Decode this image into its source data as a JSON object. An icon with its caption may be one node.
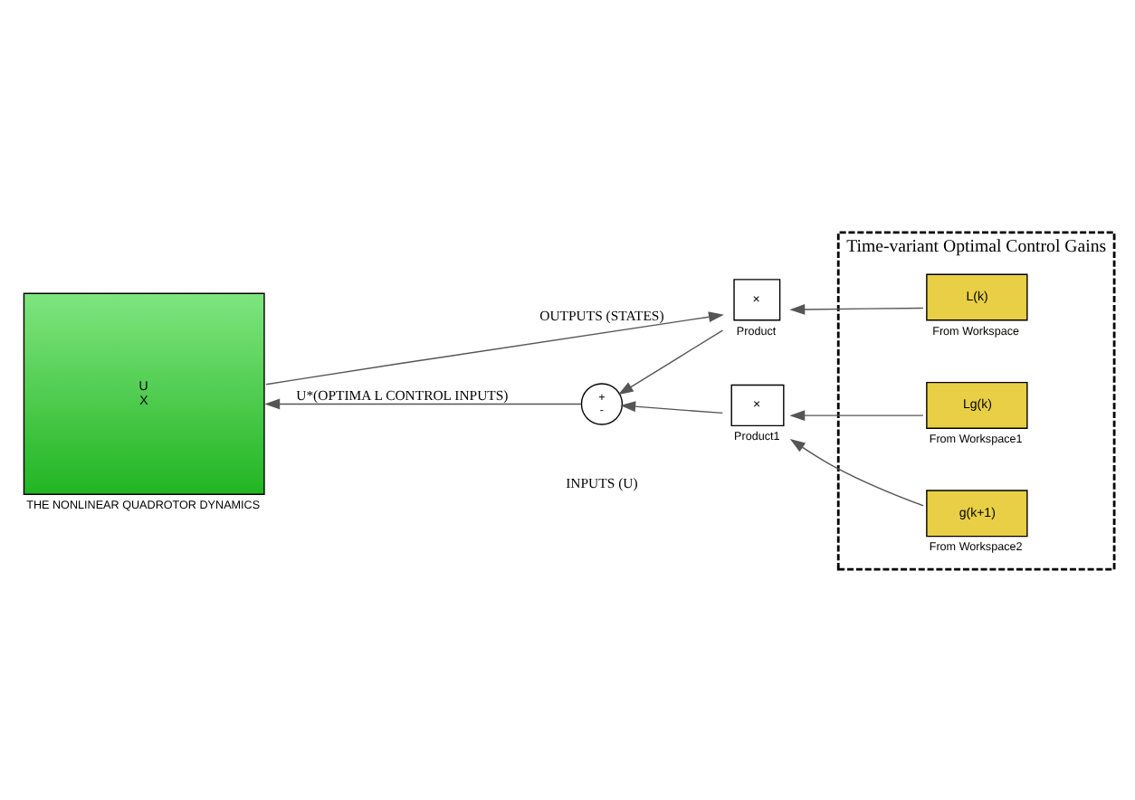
{
  "diagram": {
    "nodes": [
      {
        "text": [
          "Time-variant Optimal Control Gains"
        ]
      },
      {
        "text": [
          "U",
          "X"
        ],
        "beside": [
          "THE NONLINEAR QUADROTOR DYNAMICS"
        ]
      },
      {
        "text": [
          "+",
          "-"
        ]
      },
      {
        "text": [
          "×"
        ],
        "beside": [
          "Product"
        ]
      },
      {
        "text": [
          "×"
        ],
        "beside": [
          "Product1"
        ]
      },
      {
        "text": [
          "L(k)"
        ],
        "beside": [
          "From Workspace"
        ],
        "in": 0
      },
      {
        "text": [
          "Lg(k)"
        ],
        "beside": [
          "From Workspace1"
        ],
        "in": 0
      },
      {
        "text": [
          "g(k+1)"
        ],
        "beside": [
          "From Workspace2"
        ],
        "in": 0
      }
    ],
    "edges": [
      {
        "from": 2,
        "to": 1,
        "arrow": "to",
        "label": "U*(OPTIMA L CONTROL INPUTS)"
      },
      {
        "from": 1,
        "to": 3,
        "arrow": "to",
        "label": "OUTPUTS (STATES)"
      },
      {
        "from": 3,
        "to": 2,
        "arrow": "to"
      },
      {
        "from": 4,
        "to": 2,
        "arrow": "to"
      },
      {
        "from": 5,
        "to": 3,
        "arrow": "to"
      },
      {
        "from": 6,
        "to": 4,
        "arrow": "to"
      },
      {
        "from": 7,
        "to": 4,
        "arrow": "to"
      }
    ],
    "labels": [
      "INPUTS (U)"
    ]
  }
}
